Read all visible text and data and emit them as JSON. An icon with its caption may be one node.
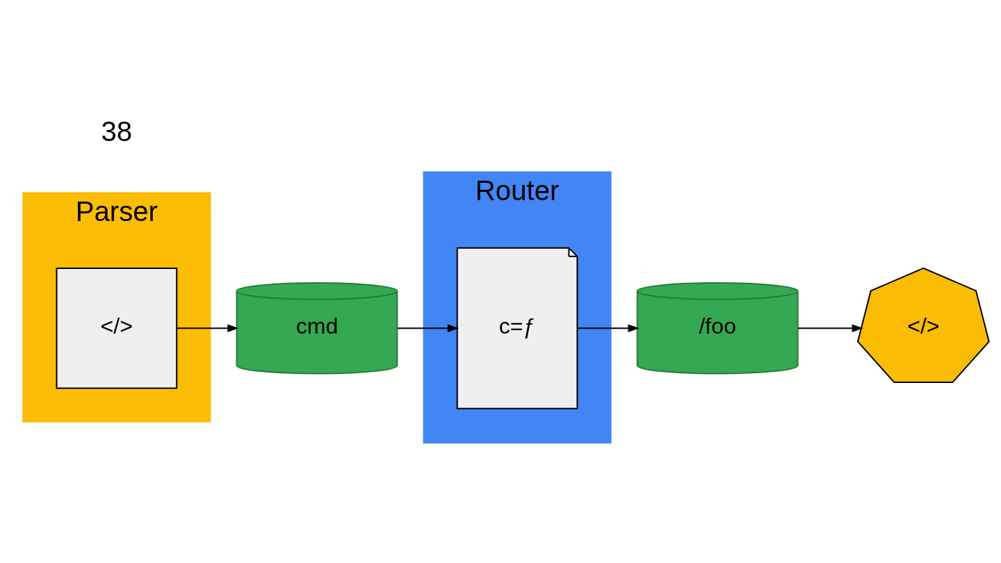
{
  "diagram": {
    "nodes": [
      {
        "text": [
          "Parser"
        ]
      },
      {
        "text": [
          "</>"
        ],
        "in": 0
      },
      {
        "text": [
          "cmd"
        ]
      },
      {
        "text": [
          "Router"
        ]
      },
      {
        "text": [
          "c=ƒ"
        ],
        "in": 3
      },
      {
        "text": [
          "/foo"
        ]
      },
      {
        "text": [
          "</>"
        ]
      }
    ],
    "edges": [
      {
        "from": 1,
        "to": 2,
        "arrow": "to"
      },
      {
        "from": 2,
        "to": 4,
        "arrow": "to"
      },
      {
        "from": 4,
        "to": 5,
        "arrow": "to"
      },
      {
        "from": 5,
        "to": 6,
        "arrow": "to"
      }
    ],
    "labels": [
      "38"
    ]
  }
}
